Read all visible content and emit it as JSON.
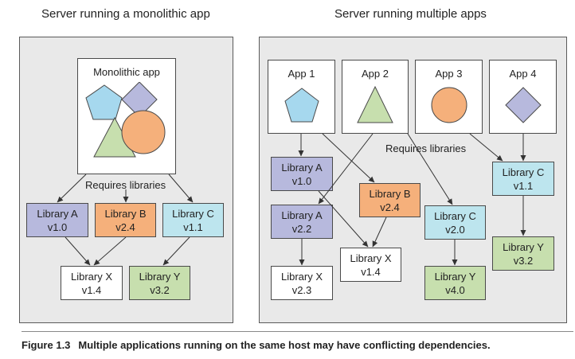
{
  "left_panel": {
    "title": "Server running a monolithic app",
    "app_label": "Monolithic app",
    "requires_label": "Requires libraries",
    "libs": {
      "a": {
        "name": "Library A",
        "version": "v1.0"
      },
      "b": {
        "name": "Library B",
        "version": "v2.4"
      },
      "c": {
        "name": "Library C",
        "version": "v1.1"
      },
      "x": {
        "name": "Library X",
        "version": "v1.4"
      },
      "y": {
        "name": "Library Y",
        "version": "v3.2"
      }
    }
  },
  "right_panel": {
    "title": "Server running multiple apps",
    "apps": [
      "App 1",
      "App 2",
      "App 3",
      "App 4"
    ],
    "requires_label": "Requires libraries",
    "libs": {
      "a1": {
        "name": "Library A",
        "version": "v1.0"
      },
      "a2": {
        "name": "Library A",
        "version": "v2.2"
      },
      "x1": {
        "name": "Library X",
        "version": "v2.3"
      },
      "b": {
        "name": "Library B",
        "version": "v2.4"
      },
      "x2": {
        "name": "Library X",
        "version": "v1.4"
      },
      "c1": {
        "name": "Library C",
        "version": "v2.0"
      },
      "y1": {
        "name": "Library Y",
        "version": "v4.0"
      },
      "c2": {
        "name": "Library C",
        "version": "v1.1"
      },
      "y2": {
        "name": "Library Y",
        "version": "v3.2"
      }
    }
  },
  "caption": {
    "number": "Figure 1.3",
    "text": "Multiple applications running on the same host may have conflicting dependencies."
  },
  "colors": {
    "blue": "#b7b9dd",
    "orange": "#f5b07b",
    "cyan": "#bde5ee",
    "green": "#c7dfae",
    "panel": "#e9e9e9"
  }
}
